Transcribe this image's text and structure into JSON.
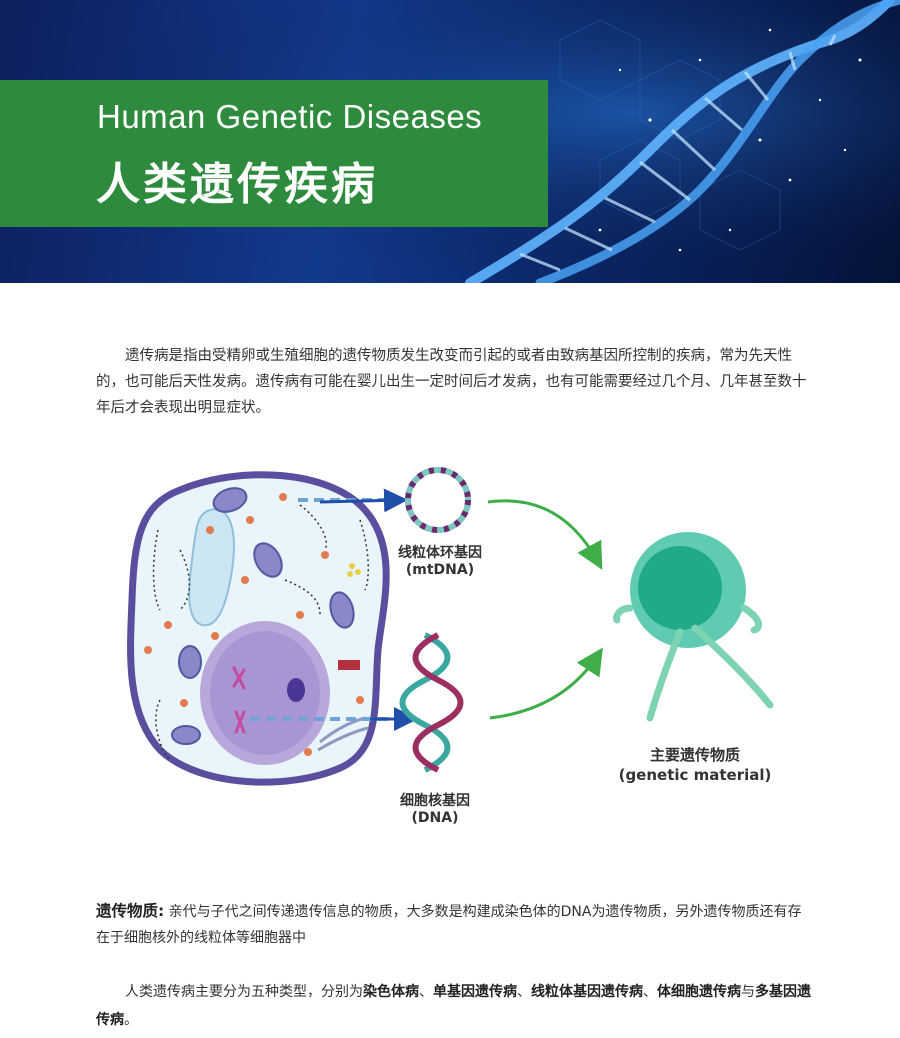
{
  "header": {
    "title_en": "Human Genetic Diseases",
    "title_zh": "人类遗传疾病"
  },
  "intro": "遗传病是指由受精卵或生殖细胞的遗传物质发生改变而引起的或者由致病基因所控制的疾病，常为先天性的，也可能后天性发病。遗传病有可能在婴儿出生一定时间后才发病，也有可能需要经过几个月、几年甚至数十年后才会表现出明显症状。",
  "diagram": {
    "mtdna_label": "线粒体环基因",
    "mtdna_sub": "(mtDNA)",
    "dna_label": "细胞核基因",
    "dna_sub": "(DNA)",
    "genetic_label": "主要遗传物质",
    "genetic_sub": "(genetic material)"
  },
  "definition": {
    "term": "遗传物质:",
    "text": " 亲代与子代之间传递遗传信息的物质，大多数是构建成染色体的DNA为遗传物质，另外遗传物质还有存在于细胞核外的线粒体等细胞器中"
  },
  "summary": {
    "prefix": "人类遗传病主要分为五种类型，分别为",
    "type1": "染色体病",
    "sep1": "、",
    "type2": "单基因遗传病",
    "sep2": "、",
    "type3": "线粒体基因遗传病",
    "sep3": "、",
    "type4": "体细胞遗传病",
    "sep4": "与",
    "type5": "多基因遗传病",
    "suffix": "。"
  }
}
